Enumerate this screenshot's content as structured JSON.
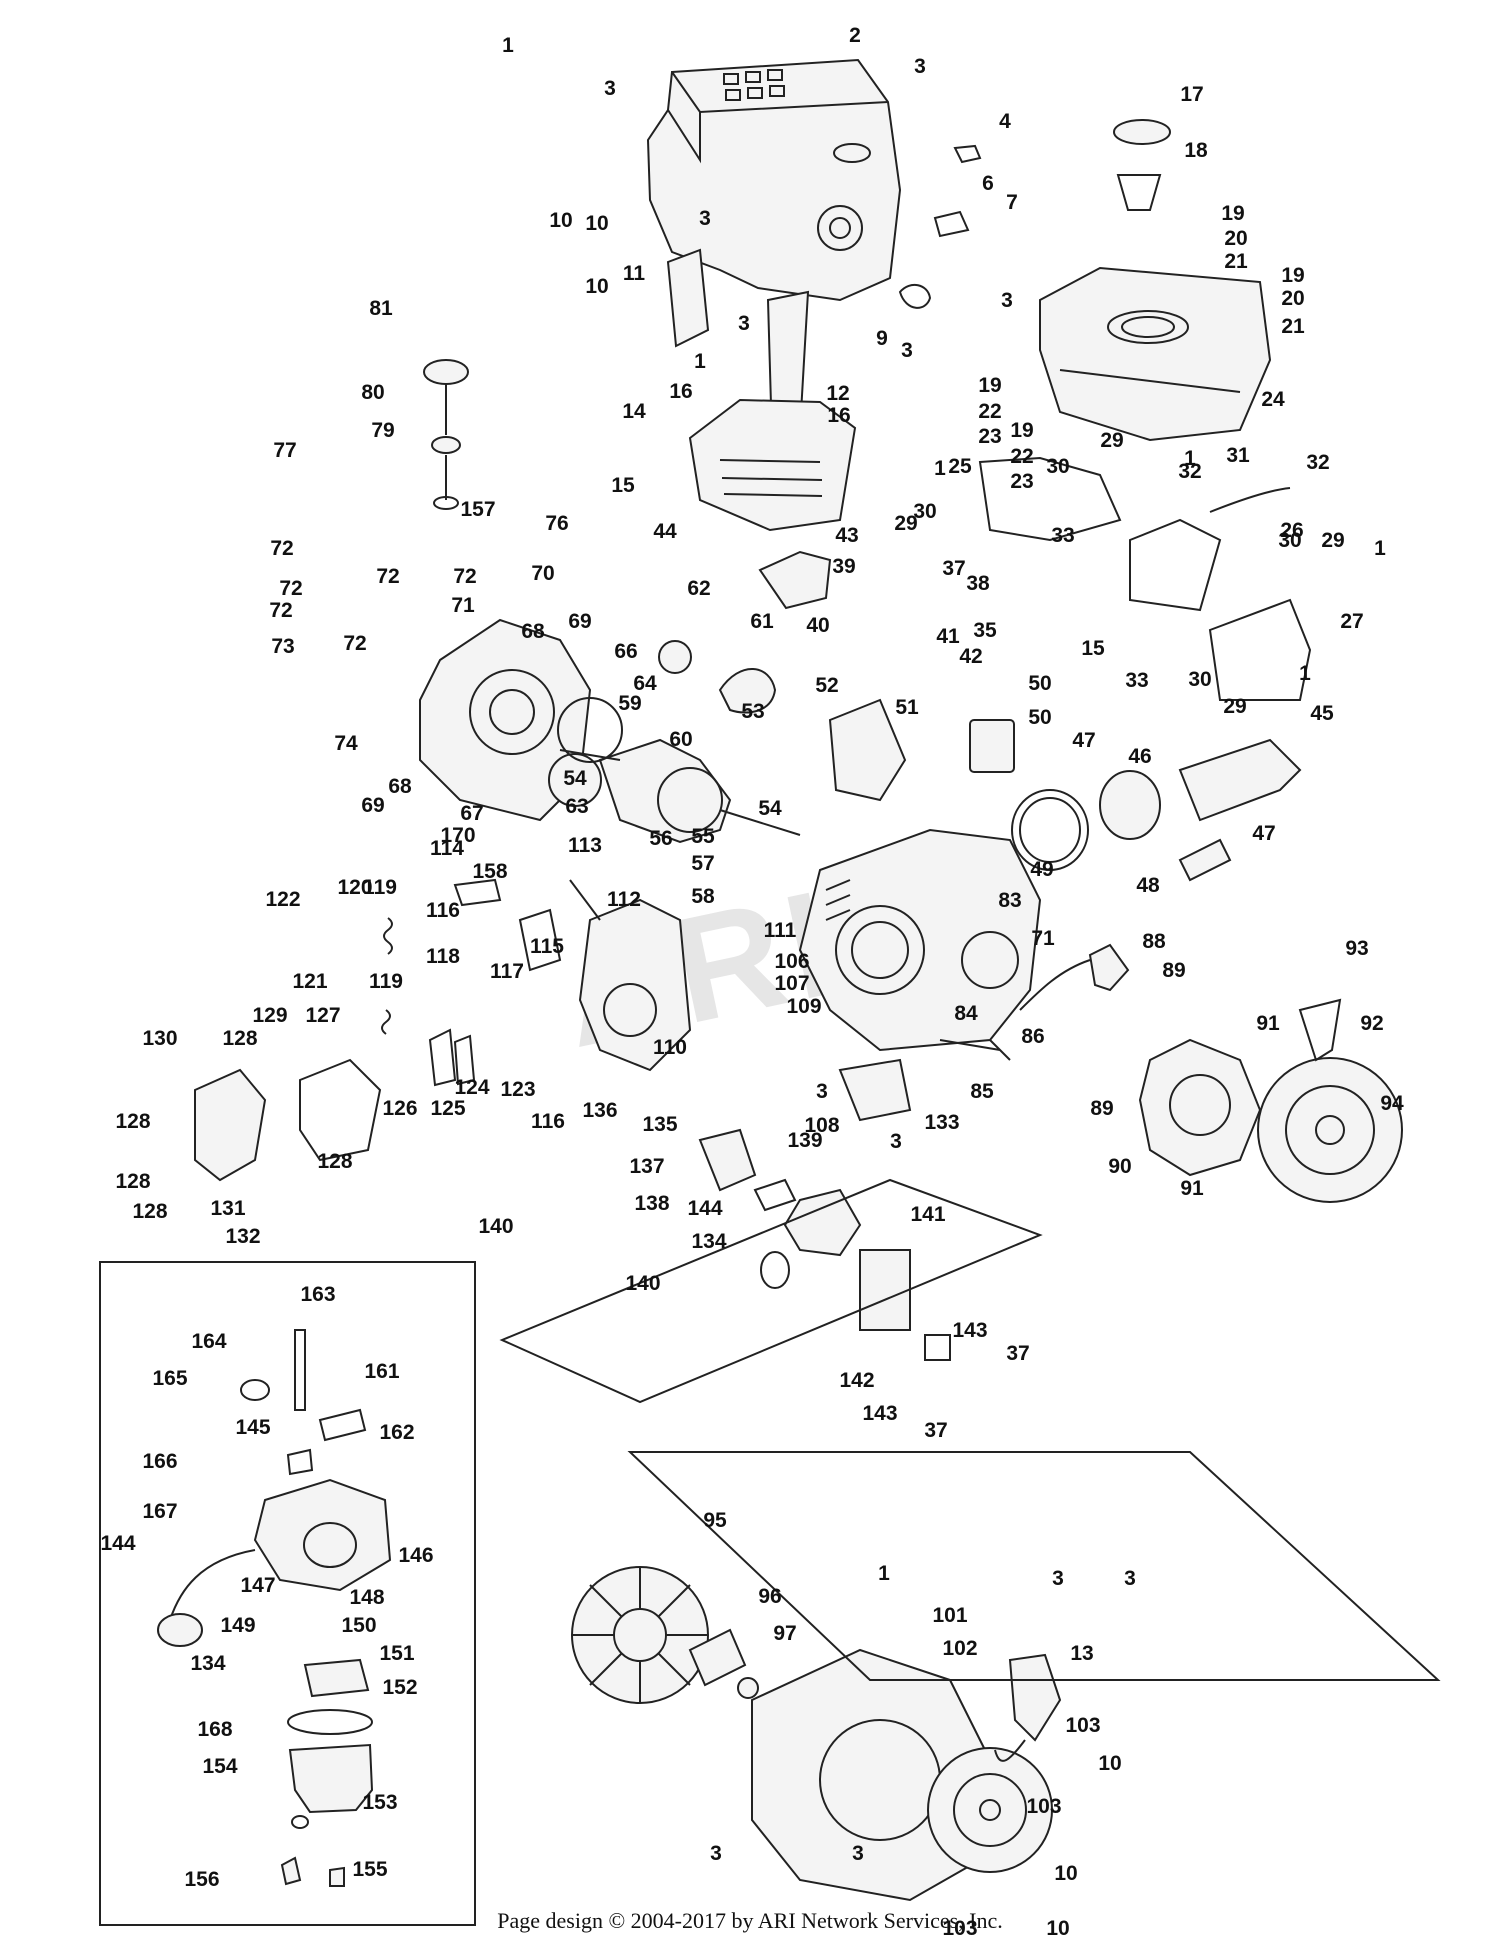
{
  "diagram": {
    "watermark": "ARI",
    "footer": "Page design © 2004-2017 by ARI Network Services, Inc.",
    "callouts": [
      "1",
      "2",
      "3",
      "4",
      "6",
      "7",
      "9",
      "10",
      "11",
      "12",
      "13",
      "14",
      "15",
      "16",
      "17",
      "18",
      "19",
      "20",
      "21",
      "22",
      "23",
      "24",
      "25",
      "26",
      "27",
      "29",
      "30",
      "31",
      "32",
      "33",
      "35",
      "37",
      "38",
      "39",
      "40",
      "41",
      "42",
      "43",
      "44",
      "45",
      "46",
      "47",
      "48",
      "49",
      "50",
      "51",
      "52",
      "53",
      "54",
      "55",
      "56",
      "57",
      "58",
      "59",
      "60",
      "61",
      "62",
      "63",
      "64",
      "66",
      "67",
      "68",
      "69",
      "70",
      "71",
      "72",
      "73",
      "74",
      "76",
      "77",
      "79",
      "80",
      "81",
      "83",
      "84",
      "85",
      "86",
      "88",
      "89",
      "90",
      "91",
      "92",
      "93",
      "94",
      "95",
      "96",
      "97",
      "101",
      "102",
      "103",
      "106",
      "107",
      "108",
      "109",
      "110",
      "111",
      "112",
      "113",
      "114",
      "115",
      "116",
      "117",
      "118",
      "119",
      "120",
      "121",
      "122",
      "123",
      "124",
      "125",
      "126",
      "127",
      "128",
      "129",
      "130",
      "131",
      "132",
      "133",
      "134",
      "135",
      "136",
      "137",
      "138",
      "139",
      "140",
      "141",
      "142",
      "143",
      "144",
      "145",
      "146",
      "147",
      "148",
      "149",
      "150",
      "151",
      "152",
      "153",
      "154",
      "155",
      "156",
      "157",
      "158",
      "161",
      "162",
      "163",
      "164",
      "165",
      "166",
      "167",
      "168",
      "170"
    ]
  }
}
